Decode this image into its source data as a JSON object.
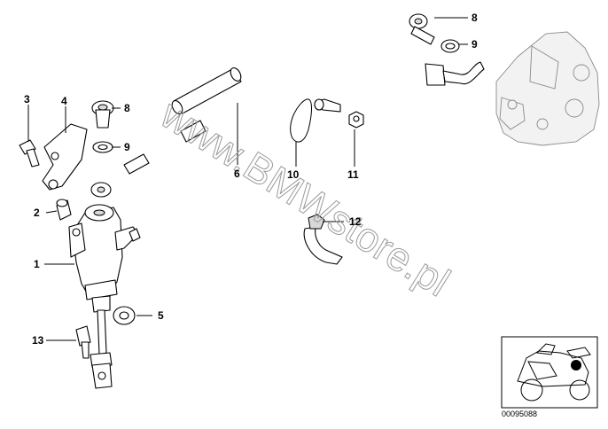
{
  "diagram": {
    "callouts": {
      "c1": "1",
      "c2": "2",
      "c3": "3",
      "c4": "4",
      "c5": "5",
      "c6": "6",
      "c8a": "8",
      "c8b": "8",
      "c9a": "9",
      "c9b": "9",
      "c10": "10",
      "c11": "11",
      "c12": "12",
      "c13": "13"
    },
    "watermark": "www.BMWstore.pl",
    "image_code": "00095088"
  }
}
